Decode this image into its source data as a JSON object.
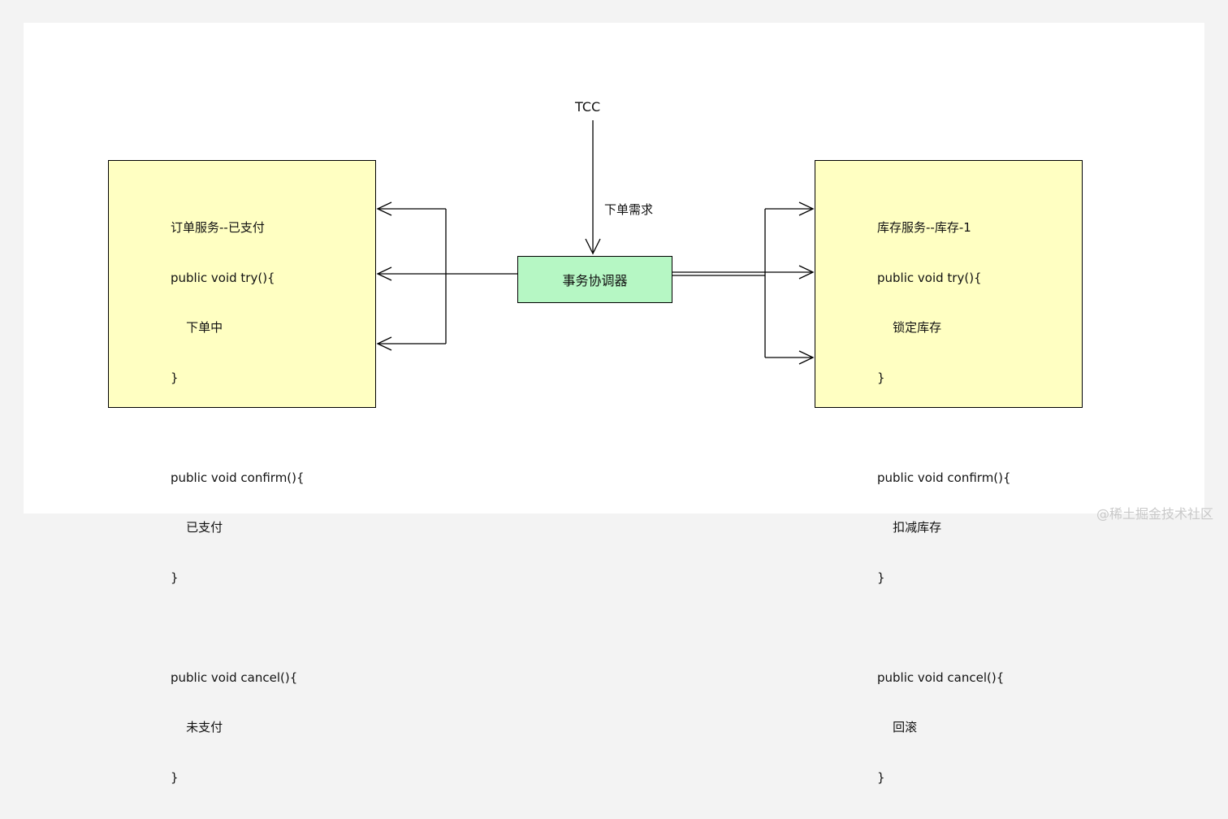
{
  "diagram": {
    "entry_label": "TCC",
    "request_label": "下单需求",
    "coordinator_label": "事务协调器",
    "order_service": {
      "lines": [
        "订单服务--已支付",
        "public void try(){",
        "    下单中",
        "}",
        "",
        "public void confirm(){",
        "    已支付",
        "}",
        "",
        "public void cancel(){",
        "    未支付",
        "}"
      ]
    },
    "inventory_service": {
      "lines": [
        "库存服务--库存-1",
        "public void try(){",
        "    锁定库存",
        "}",
        "",
        "public void confirm(){",
        "    扣减库存",
        "}",
        "",
        "public void cancel(){",
        "    回滚",
        "}"
      ]
    }
  },
  "watermark": "@稀土掘金技术社区"
}
